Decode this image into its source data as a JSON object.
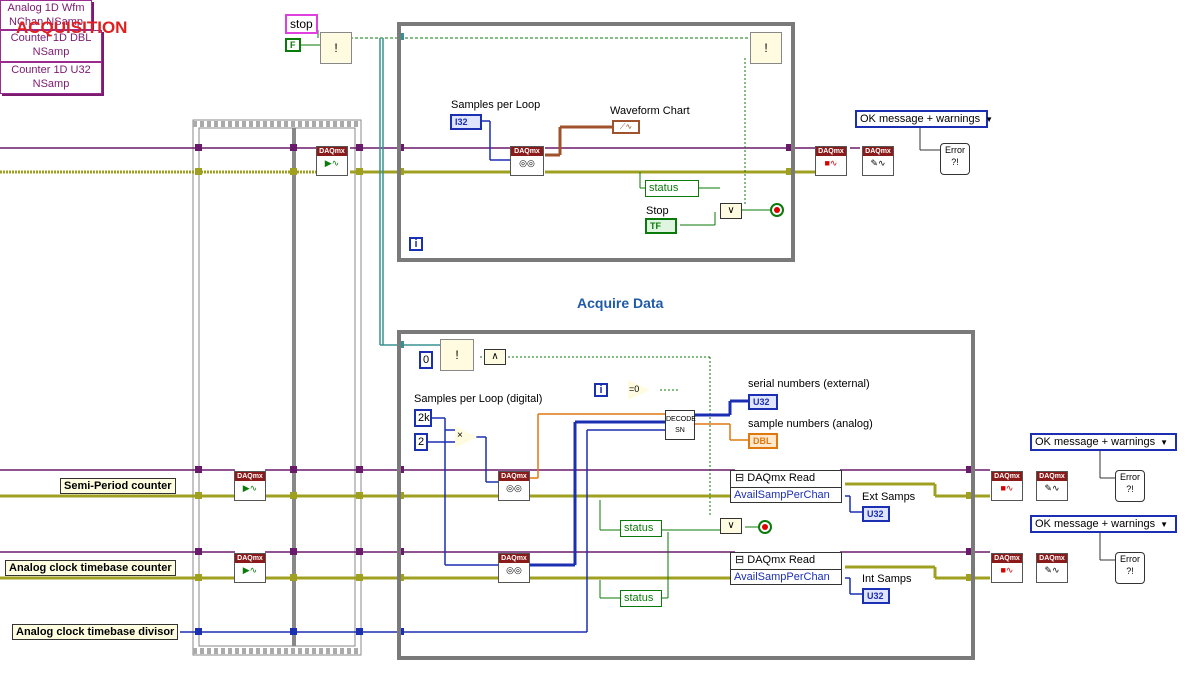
{
  "title": "ACQUISITION",
  "top_loop": {
    "samples_label": "Samples per Loop",
    "samples_type": "I32",
    "waveform_chart": "Waveform Chart",
    "read_mode": "Analog 1D Wfm\nNChan NSamp",
    "status": "status",
    "stop_label": "Stop",
    "stop_value": "TF",
    "iteration": "i"
  },
  "stop_control": "stop",
  "false_const": "F",
  "error_handler_top": "OK message + warnings",
  "acquire_title": "Acquire Data",
  "bottom_loop": {
    "zero_const": "0",
    "samples_digital_label": "Samples per Loop (digital)",
    "k2_const": "2k",
    "two_const": "2",
    "iteration": "i",
    "decode_label": "DECODE\nSN",
    "serial_label": "serial numbers (external)",
    "serial_type": "U32",
    "sample_label": "sample numbers (analog)",
    "sample_type": "DBL",
    "read_dbl_mode": "Counter 1D DBL\nNSamp",
    "read_u32_mode": "Counter 1D U32\nNSamp",
    "daq_read_1": "DAQmx Read",
    "avail_1": "AvailSampPerChan",
    "ext_samps": "Ext Samps",
    "ext_type": "U32",
    "daq_read_2": "DAQmx Read",
    "avail_2": "AvailSampPerChan",
    "int_samps": "Int Samps",
    "int_type": "U32",
    "status_1": "status",
    "status_2": "status",
    "status_3": "status"
  },
  "terminals": {
    "semi_period": "Semi-Period counter",
    "analog_clock": "Analog clock timebase counter",
    "analog_divisor": "Analog clock timebase divisor"
  },
  "error_handler_mid": "OK message + warnings",
  "error_handler_bot": "OK message + warnings",
  "daqmx": "DAQmx",
  "error_text": "Error ?!",
  "colors": {
    "error_wire": "#6a1a6a",
    "task_wire": "#a0a020",
    "dbl_wire": "#e07810",
    "int_wire": "#1b2fb3",
    "bool_wire": "#0a7a0a",
    "title_red": "#e02020",
    "acquire_blue": "#1f5aa8",
    "loop_frame": "#7a7a7a"
  }
}
